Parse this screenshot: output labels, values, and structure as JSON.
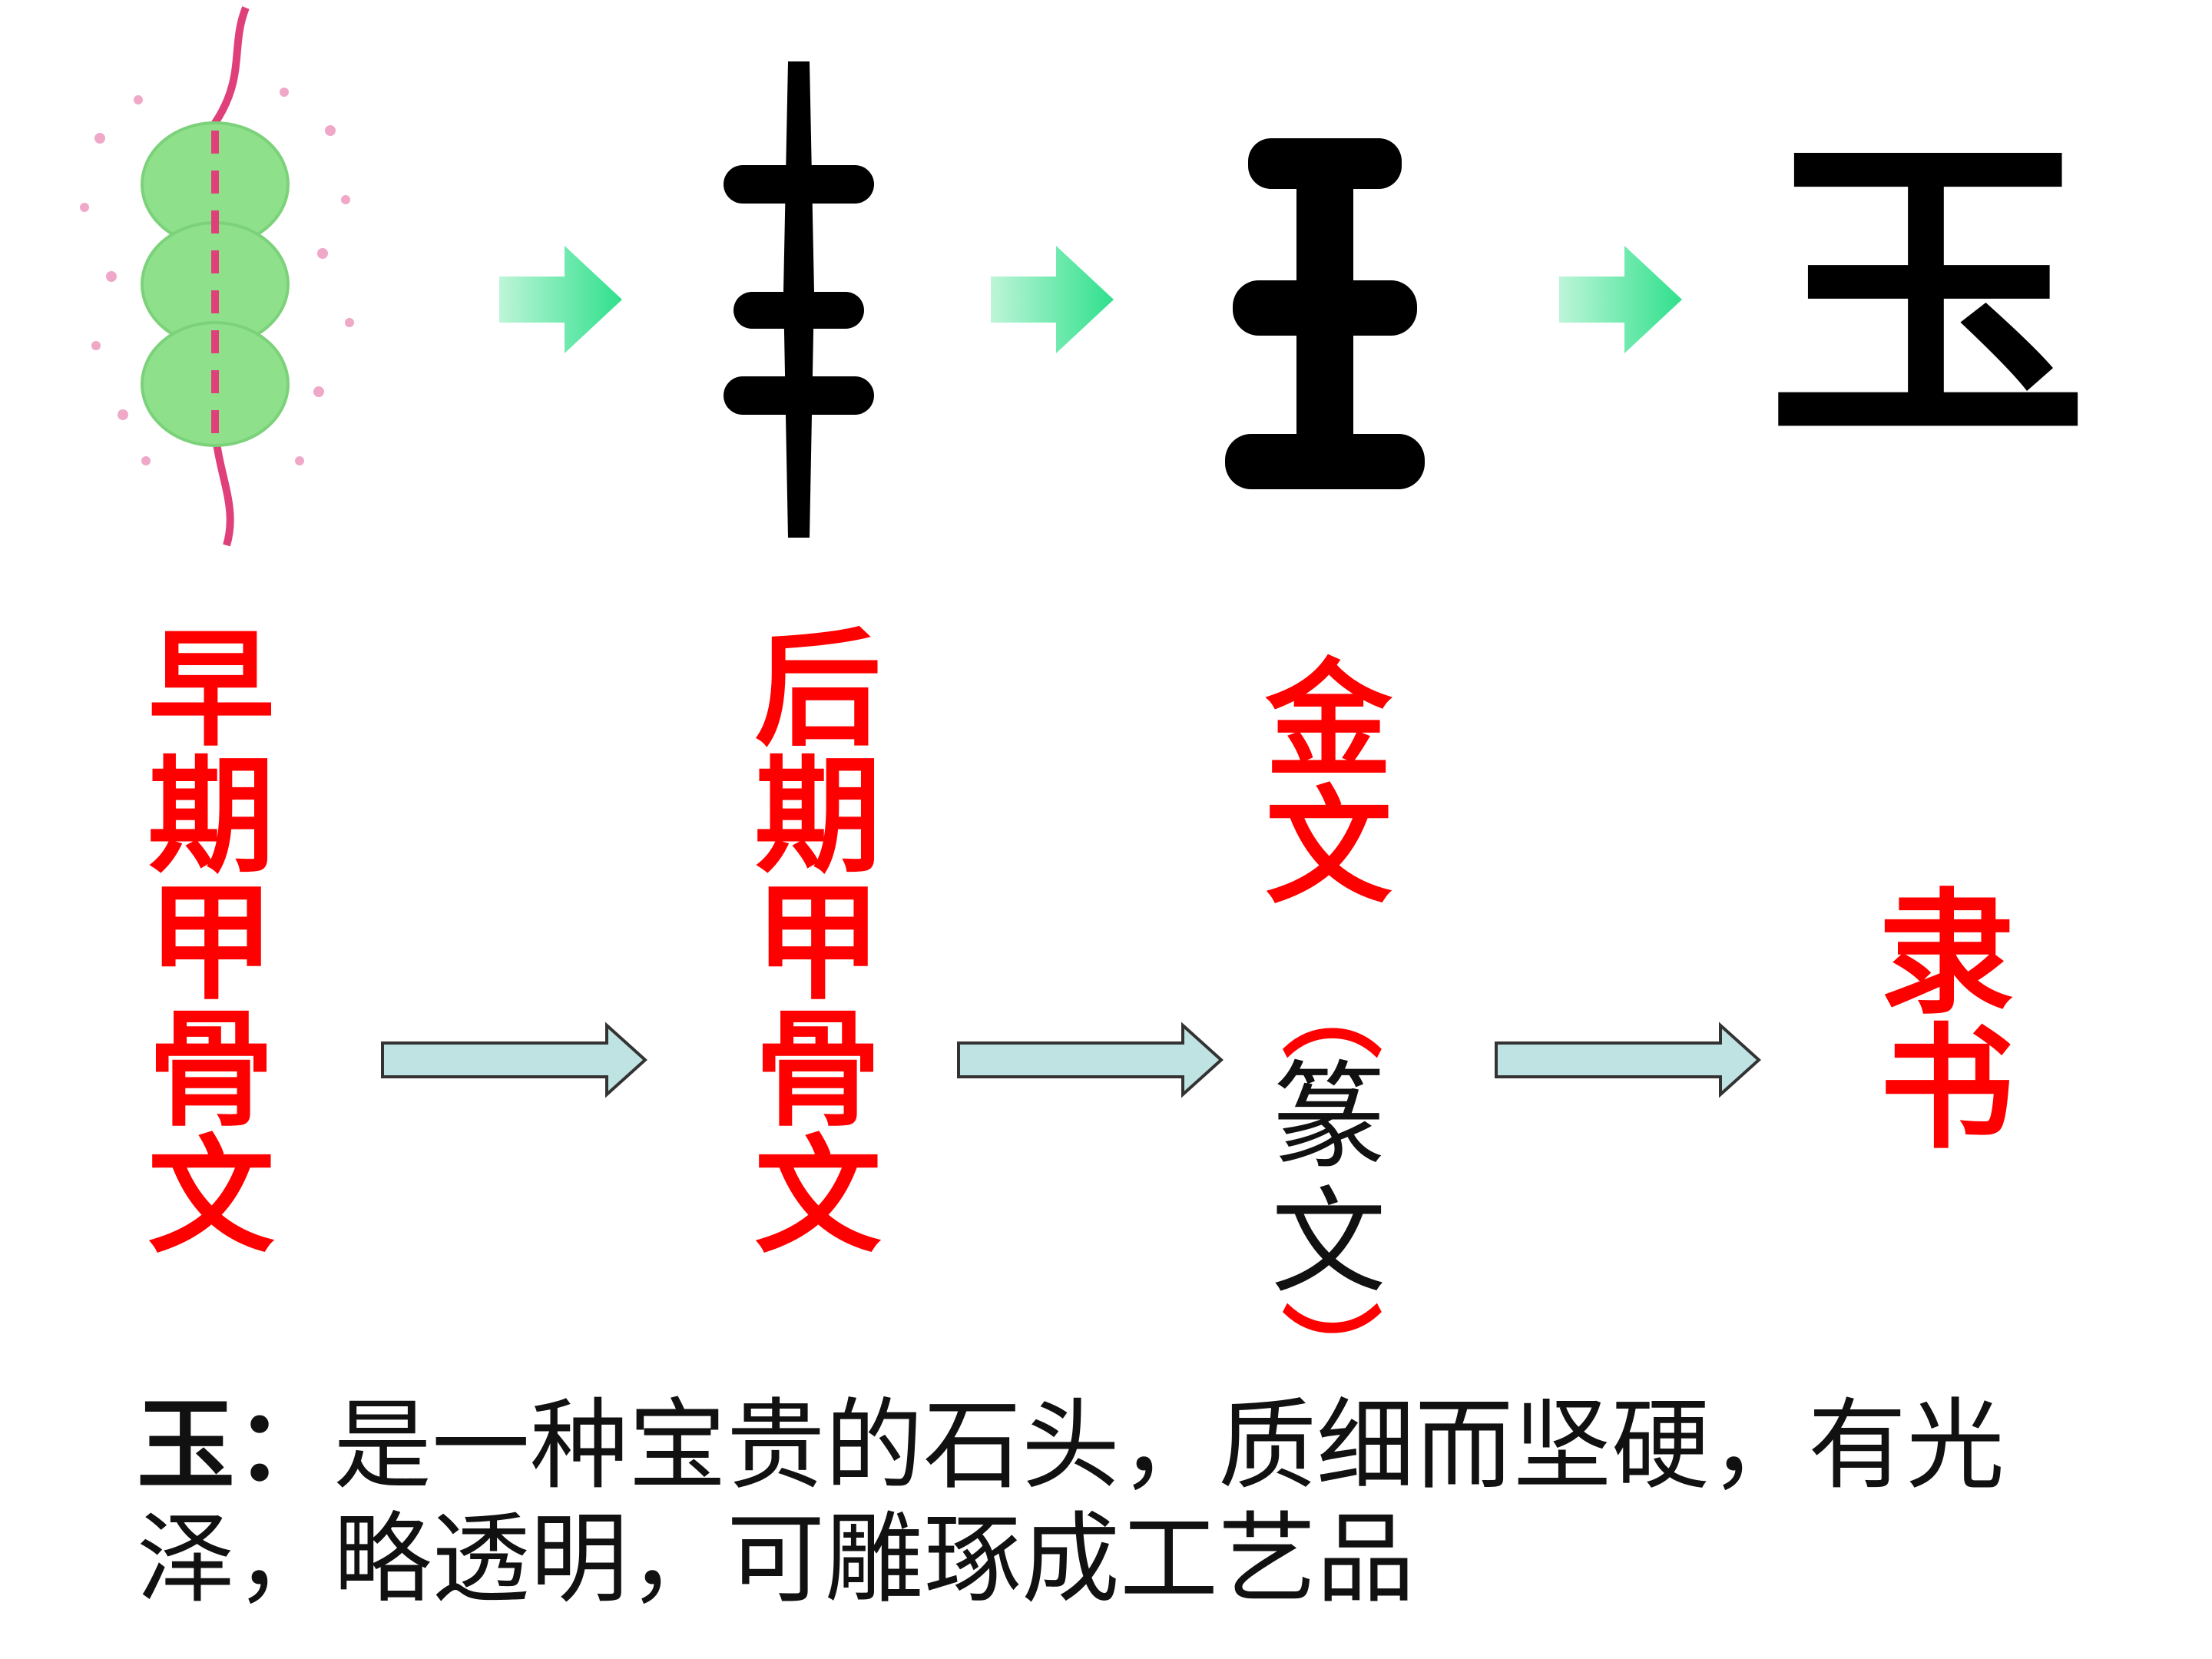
{
  "colors": {
    "label_red": "#ff0000",
    "arrow_green": "#3ee89a",
    "flow_arrow_fill": "#bfe3e3",
    "flow_arrow_stroke": "#333333",
    "bead_green": "#8fe08a",
    "string_pink": "#e0407a"
  },
  "stages": [
    {
      "label": "早期甲骨文",
      "chars": [
        "早",
        "期",
        "甲",
        "骨",
        "文"
      ]
    },
    {
      "label": "后期甲骨文",
      "chars": [
        "后",
        "期",
        "甲",
        "骨",
        "文"
      ]
    },
    {
      "label": "金文",
      "chars": [
        "金",
        "文"
      ],
      "note": {
        "open": "（",
        "chars": [
          "篆",
          "文"
        ],
        "close": "）"
      }
    },
    {
      "label": "隶书",
      "chars": [
        "隶",
        "书"
      ]
    }
  ],
  "final_glyph": "玉",
  "description": {
    "term": "玉：",
    "text": "是一种宝贵的石头，质细而坚硬，有光泽，略透明，可雕琢成工艺品"
  }
}
